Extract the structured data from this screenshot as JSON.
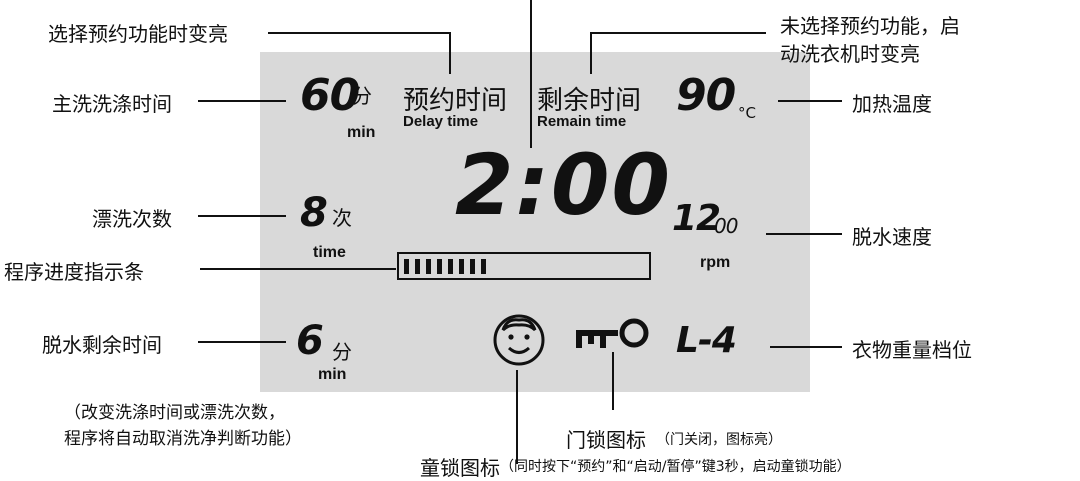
{
  "display": {
    "wash_time": {
      "value": "60",
      "unit_cn": "分",
      "unit_en": "min"
    },
    "delay": {
      "cn": "预约时间",
      "en": "Delay time"
    },
    "remain": {
      "cn": "剩余时间",
      "en": "Remain time"
    },
    "temperature": {
      "value": "90",
      "unit": "°C"
    },
    "clock": "2:00",
    "rinse": {
      "value": "8",
      "unit_cn": "次",
      "unit_en": "time"
    },
    "spin_speed": {
      "value": "12",
      "small": "00",
      "unit": "rpm"
    },
    "progress": {
      "filled_segments": 8
    },
    "spin_remain": {
      "value": "6",
      "unit_cn": "分",
      "unit_en": "min"
    },
    "load_level": "L-4",
    "icons": [
      "child-lock-face-icon",
      "door-lock-key-icon"
    ]
  },
  "callouts": {
    "delay_light": "选择预约功能时变亮",
    "remain_light_1": "未选择预约功能，启",
    "remain_light_2": "动洗衣机时变亮",
    "main_wash_time": "主洗洗涤时间",
    "heating_temp": "加热温度",
    "rinse_count": "漂洗次数",
    "spin_speed": "脱水速度",
    "progress_bar": "程序进度指示条",
    "spin_remain": "脱水剩余时间",
    "load_level": "衣物重量档位",
    "note_1": "（改变洗涤时间或漂洗次数，",
    "note_2": "程序将自动取消洗净判断功能）",
    "door_lock_title": "门锁图标",
    "door_lock_note": "（门关闭，图标亮）",
    "child_lock_title": "童锁图标",
    "child_lock_note": "（同时按下“预约”和“启动/暂停”键3秒，启动童锁功能）"
  }
}
